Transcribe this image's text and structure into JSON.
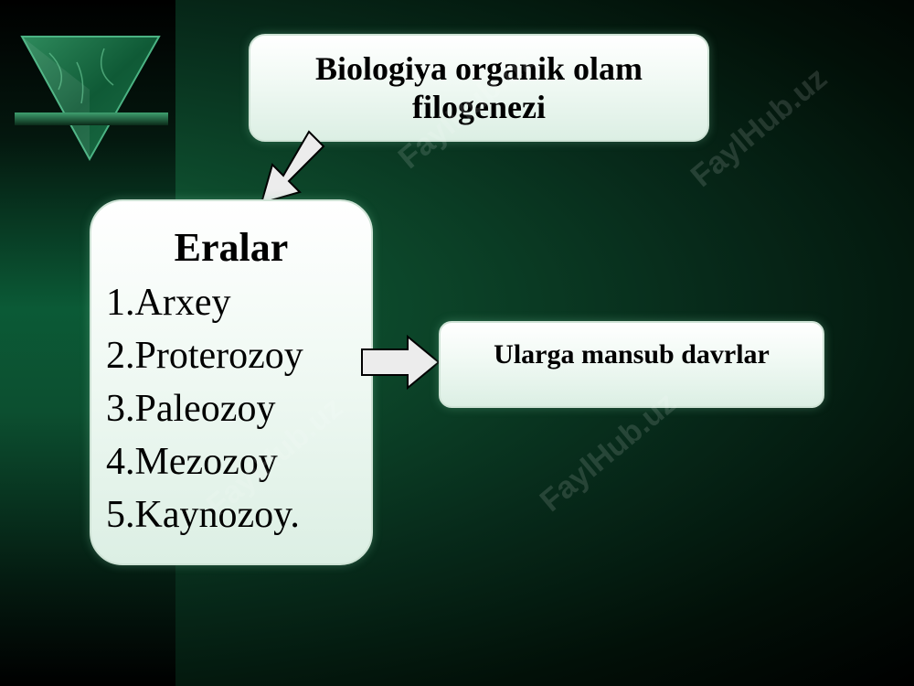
{
  "top_box": {
    "line1": "Biologiya organik olam",
    "line2": "filogenezi"
  },
  "eras": {
    "title": "Eralar",
    "items": [
      "1.Arxey",
      "2.Proterozoy",
      "3.Paleozoy",
      "4.Mezozoy",
      "5.Kaynozoy."
    ]
  },
  "right_box": {
    "label": "Ularga mansub davrlar"
  },
  "watermark": {
    "text": "FaylHub.uz"
  },
  "colors": {
    "background_dark": "#000000",
    "background_green": "#0d4a2c",
    "box_fill": "#f2faf5",
    "text": "#000000"
  },
  "icons": [
    "green-marble-triangle-icon",
    "down-left-arrow-icon",
    "right-arrow-icon"
  ]
}
